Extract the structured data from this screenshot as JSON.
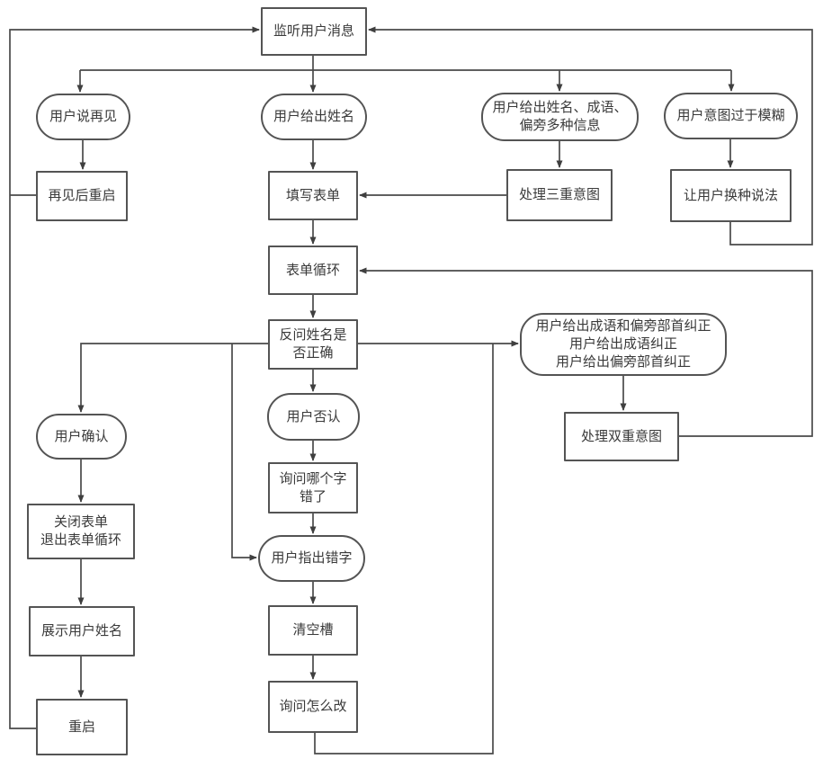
{
  "diagram": {
    "title": "chatbot-name-form-flowchart",
    "type": "flowchart",
    "direction": "top-down",
    "colors": {
      "background": "#ffffff",
      "node_fill": "#ffffff",
      "node_border": "#545454",
      "edge": "#4a4a4a",
      "text": "#3a3a3a"
    },
    "nodes": [
      {
        "id": "listen",
        "shape": "rect",
        "label": "监听用户消息"
      },
      {
        "id": "user_says_goodbye",
        "shape": "stadium",
        "label": "用户说再见"
      },
      {
        "id": "user_gives_name",
        "shape": "stadium",
        "label": "用户给出姓名"
      },
      {
        "id": "user_gives_multi",
        "shape": "stadium",
        "label": "用户给出姓名、成语、\n偏旁多种信息"
      },
      {
        "id": "user_intent_vague",
        "shape": "stadium",
        "label": "用户意图过于模糊"
      },
      {
        "id": "restart_after_bye",
        "shape": "rect",
        "label": "再见后重启"
      },
      {
        "id": "fill_form",
        "shape": "rect",
        "label": "填写表单"
      },
      {
        "id": "handle_triple_intent",
        "shape": "rect",
        "label": "处理三重意图"
      },
      {
        "id": "ask_rephrase",
        "shape": "rect",
        "label": "让用户换种说法"
      },
      {
        "id": "form_loop",
        "shape": "rect",
        "label": "表单循环"
      },
      {
        "id": "confirm_name",
        "shape": "rect",
        "label": "反问姓名是\n否正确"
      },
      {
        "id": "user_corrections",
        "shape": "stadium",
        "label": "用户给出成语和偏旁部首纠正\n用户给出成语纠正\n用户给出偏旁部首纠正"
      },
      {
        "id": "user_confirm",
        "shape": "stadium",
        "label": "用户确认"
      },
      {
        "id": "handle_double_intent",
        "shape": "rect",
        "label": "处理双重意图"
      },
      {
        "id": "user_deny",
        "shape": "stadium",
        "label": "用户否认"
      },
      {
        "id": "ask_which_char",
        "shape": "rect",
        "label": "询问哪个字\n错了"
      },
      {
        "id": "close_form",
        "shape": "rect",
        "label": "关闭表单\n退出表单循环"
      },
      {
        "id": "user_points_wrong",
        "shape": "stadium",
        "label": "用户指出错字"
      },
      {
        "id": "clear_slot",
        "shape": "rect",
        "label": "清空槽"
      },
      {
        "id": "show_user_name",
        "shape": "rect",
        "label": "展示用户姓名"
      },
      {
        "id": "ask_how_change",
        "shape": "rect",
        "label": "询问怎么改"
      },
      {
        "id": "restart",
        "shape": "rect",
        "label": "重启"
      }
    ],
    "edges": [
      {
        "from": "listen",
        "to": "user_says_goodbye"
      },
      {
        "from": "listen",
        "to": "user_gives_name"
      },
      {
        "from": "listen",
        "to": "user_gives_multi"
      },
      {
        "from": "listen",
        "to": "user_intent_vague"
      },
      {
        "from": "user_says_goodbye",
        "to": "restart_after_bye"
      },
      {
        "from": "restart_after_bye",
        "to": "listen"
      },
      {
        "from": "user_gives_name",
        "to": "fill_form"
      },
      {
        "from": "user_gives_multi",
        "to": "handle_triple_intent"
      },
      {
        "from": "handle_triple_intent",
        "to": "fill_form"
      },
      {
        "from": "user_intent_vague",
        "to": "ask_rephrase"
      },
      {
        "from": "ask_rephrase",
        "to": "listen"
      },
      {
        "from": "fill_form",
        "to": "form_loop"
      },
      {
        "from": "form_loop",
        "to": "confirm_name"
      },
      {
        "from": "confirm_name",
        "to": "user_confirm"
      },
      {
        "from": "confirm_name",
        "to": "user_deny"
      },
      {
        "from": "confirm_name",
        "to": "user_corrections"
      },
      {
        "from": "confirm_name",
        "to": "user_points_wrong"
      },
      {
        "from": "user_confirm",
        "to": "close_form"
      },
      {
        "from": "close_form",
        "to": "show_user_name"
      },
      {
        "from": "show_user_name",
        "to": "restart"
      },
      {
        "from": "restart",
        "to": "listen"
      },
      {
        "from": "user_deny",
        "to": "ask_which_char"
      },
      {
        "from": "ask_which_char",
        "to": "user_points_wrong"
      },
      {
        "from": "user_points_wrong",
        "to": "clear_slot"
      },
      {
        "from": "clear_slot",
        "to": "ask_how_change"
      },
      {
        "from": "ask_how_change",
        "to": "user_corrections"
      },
      {
        "from": "user_corrections",
        "to": "handle_double_intent"
      },
      {
        "from": "handle_double_intent",
        "to": "form_loop"
      }
    ]
  }
}
